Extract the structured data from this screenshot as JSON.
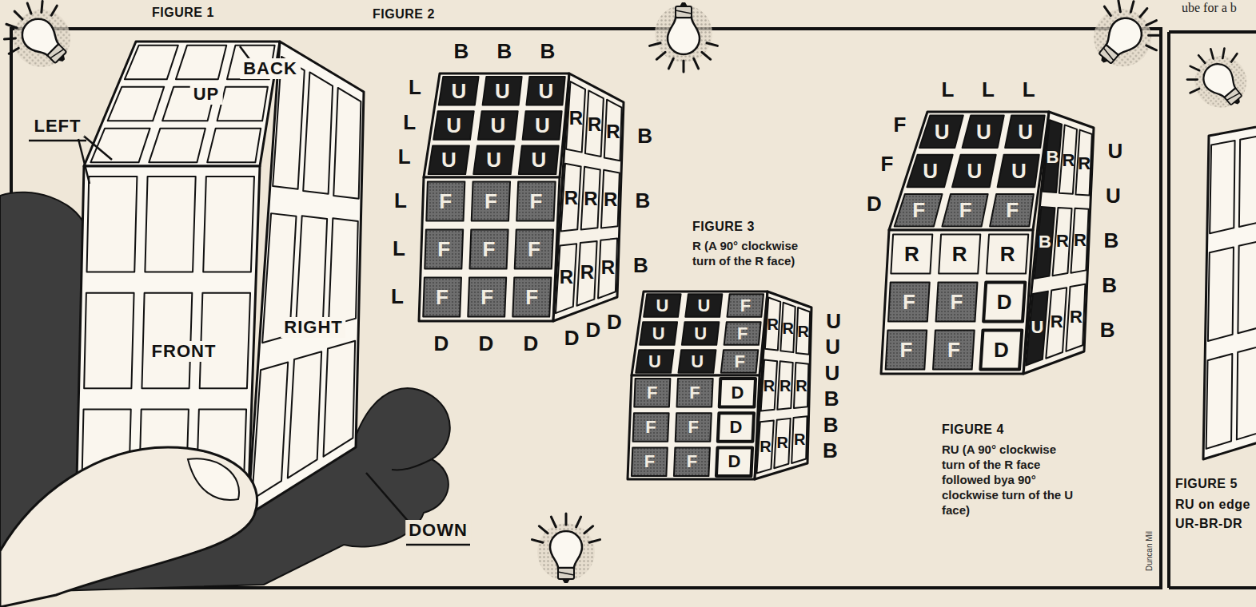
{
  "diagram": {
    "labels": [
      "ube for a b",
      "FIGURE 1",
      "BACK",
      "LEFT",
      "UP",
      "FRONT",
      "RIGHT",
      "DOWN",
      "FIGURE 2",
      "B",
      "B",
      "B",
      "L",
      "L",
      "L",
      "L",
      "L",
      "L",
      "B",
      "B",
      "B",
      "D",
      "D",
      "D",
      "D",
      "D",
      "D",
      "U",
      "U",
      "U",
      "U",
      "U",
      "U",
      "U",
      "U",
      "U",
      "F",
      "F",
      "F",
      "F",
      "F",
      "F",
      "F",
      "F",
      "F",
      "R",
      "R",
      "R",
      "R",
      "R",
      "R",
      "R",
      "R",
      "R",
      "FIGURE 3",
      "R (A 90° clockwise turn of the R face)",
      "U",
      "U",
      "U",
      "B",
      "B",
      "B",
      "U",
      "U",
      "F",
      "U",
      "U",
      "F",
      "U",
      "U",
      "F",
      "F",
      "F",
      "D",
      "F",
      "F",
      "D",
      "F",
      "F",
      "D",
      "R",
      "R",
      "R",
      "R",
      "R",
      "R",
      "R",
      "R",
      "R",
      "F",
      "L",
      "L",
      "L",
      "F",
      "D",
      "U",
      "U",
      "B",
      "B",
      "B",
      "U",
      "U",
      "U",
      "U",
      "U",
      "U",
      "F",
      "F",
      "F",
      "R",
      "R",
      "R",
      "F",
      "F",
      "D",
      "F",
      "F",
      "D",
      "B",
      "R",
      "R",
      "B",
      "R",
      "R",
      "U",
      "R",
      "R",
      "FIGURE 4",
      "RU (A 90° clockwise turn of the R face followed bya 90° clockwise turn of the U face)",
      "Duncan Mil",
      "FIGURE 5",
      "RU on edge",
      "UR-BR-DR"
    ]
  }
}
